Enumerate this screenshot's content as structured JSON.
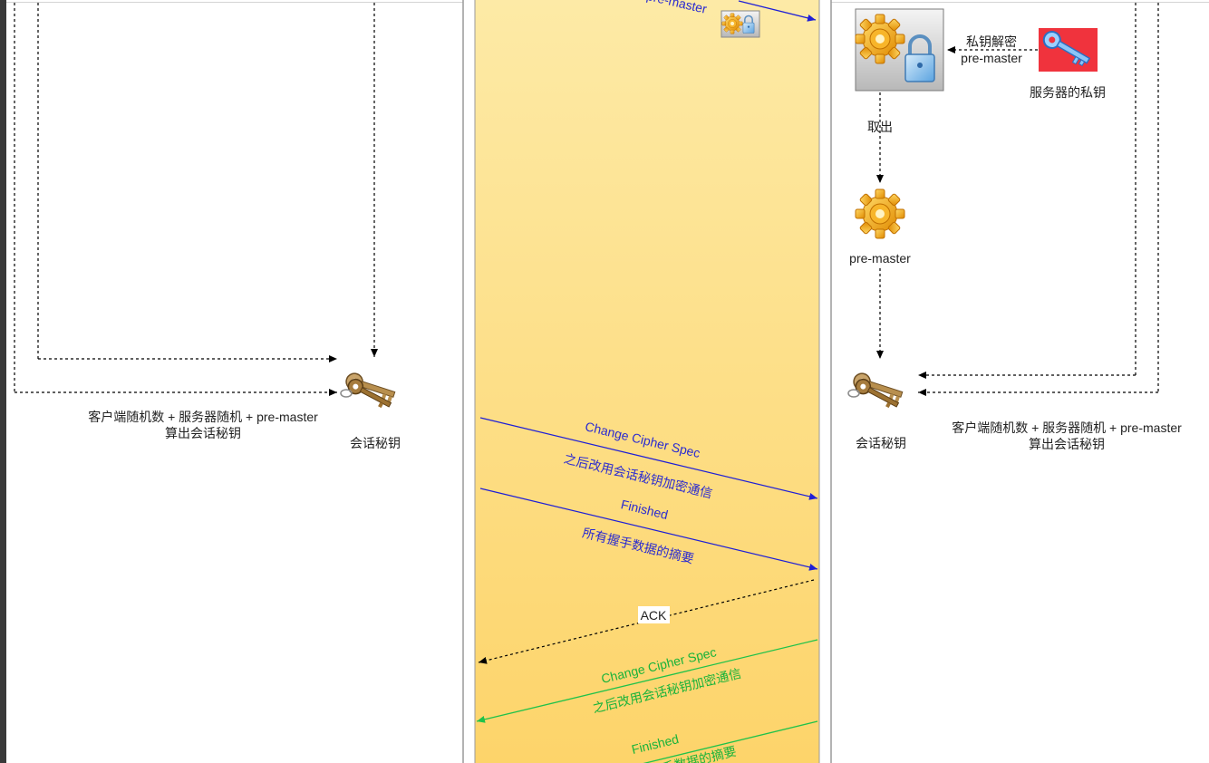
{
  "messages": {
    "client_to_server_top": "加密 pre-master",
    "change_cipher_client": "Change Cipher Spec",
    "change_cipher_client_note": "之后改用会话秘钥加密通信",
    "finished_client": "Finished",
    "finished_client_note": "所有握手数据的摘要",
    "ack": "ACK",
    "change_cipher_server": "Change Cipher Spec",
    "change_cipher_server_note": "之后改用会话秘钥加密通信",
    "finished_server": "Finished",
    "finished_server_note": "所有握手数据的摘要"
  },
  "server": {
    "decrypt_label_line1": "私钥解密",
    "decrypt_label_line2": "pre-master",
    "private_key_label": "服务器的私钥",
    "take_out_label": "取出",
    "pre_master_label": "pre-master",
    "session_key_label": "会话秘钥",
    "formula_line1": "客户端随机数 + 服务器随机 +  pre-master",
    "formula_line2": "算出会话秘钥"
  },
  "client": {
    "session_key_label": "会话秘钥",
    "formula_line1": "客户端随机数 + 服务器随机 +  pre-master",
    "formula_line2": "算出会话秘钥"
  },
  "colors": {
    "channel_top": "#fdeaa6",
    "channel_bottom": "#fdd46a",
    "client_arrow": "#1f1fd6",
    "server_arrow": "#1fc24a",
    "key_badge": "#f0333d"
  },
  "icons": {
    "gear": "gear-icon",
    "lock": "padlock-icon",
    "key": "key-icon",
    "blue_key": "blue-key-icon"
  }
}
